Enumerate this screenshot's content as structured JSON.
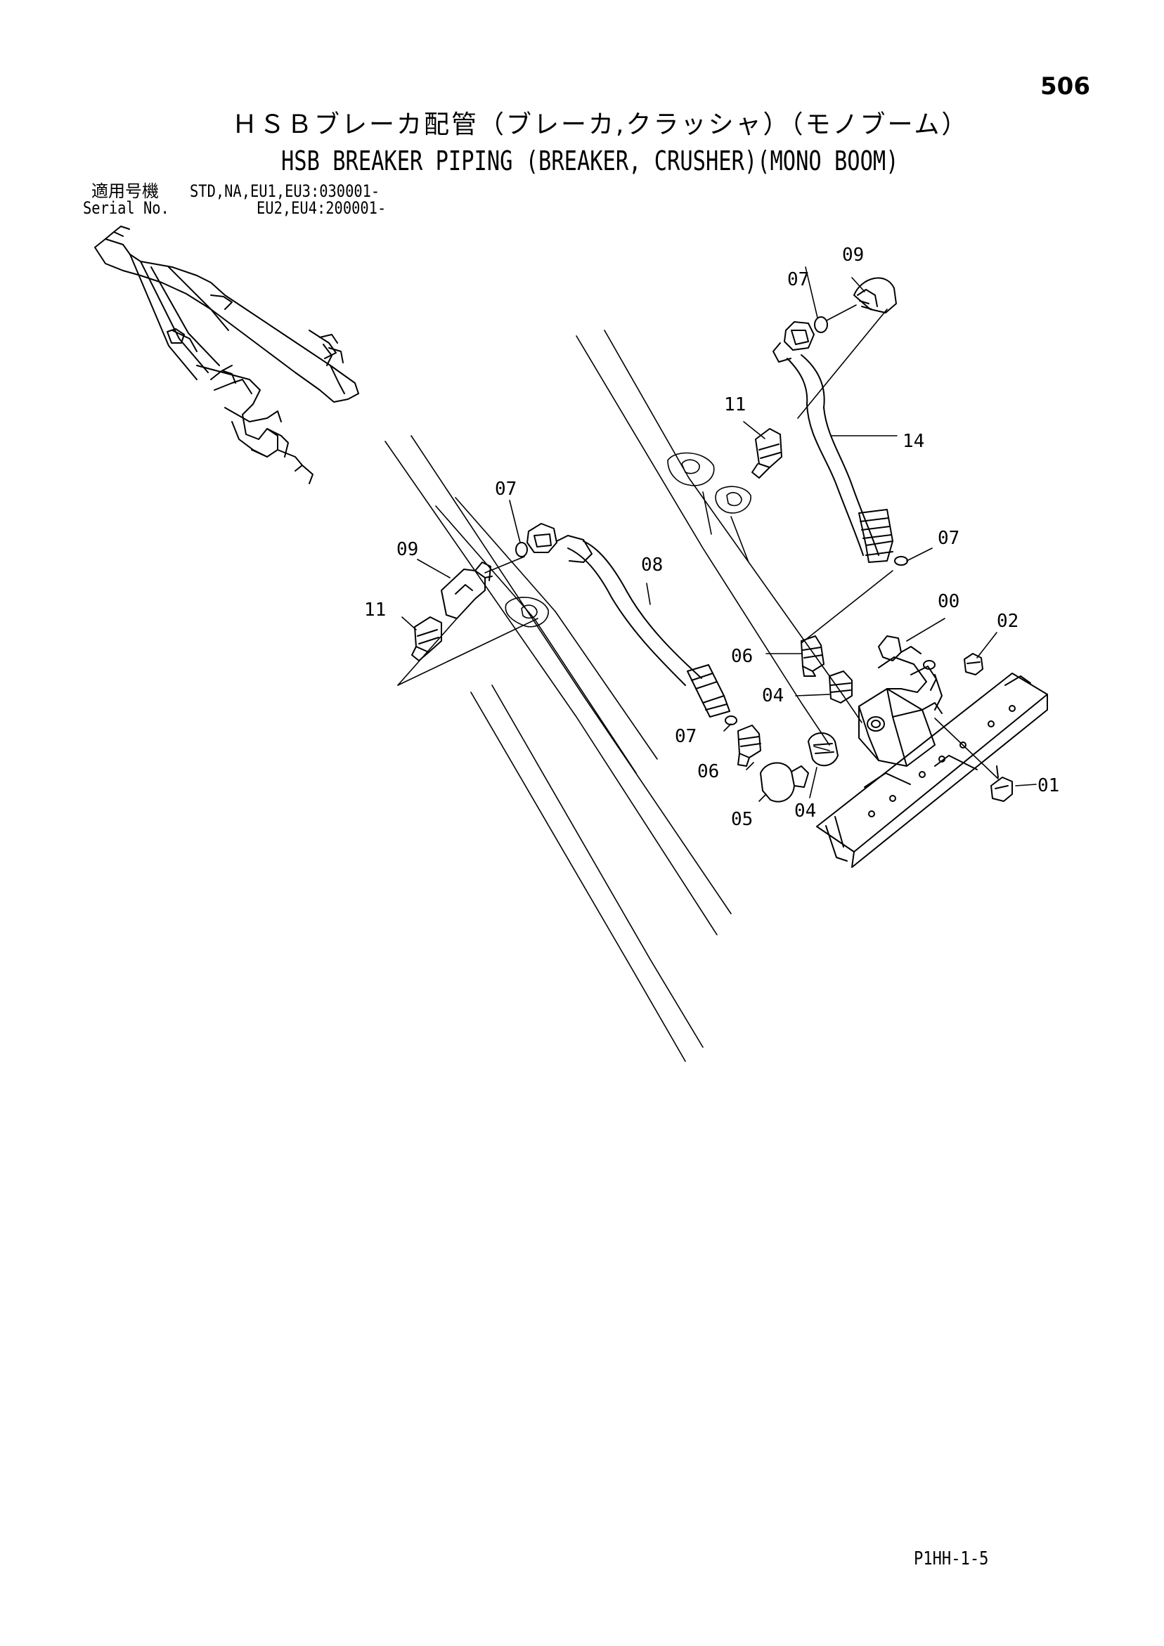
{
  "header": {
    "page_number": "506",
    "title_jp": "ＨＳＢブレーカ配管（ブレーカ,クラッシャ）（モノブーム）",
    "title_en": "HSB BREAKER PIPING (BREAKER, CRUSHER)(MONO BOOM)",
    "serial_label_jp": "適用号機",
    "serial_label_en": "Serial No.",
    "serial_value_1": "STD,NA,EU1,EU3:030001-",
    "serial_value_2": "EU2,EU4:200001-"
  },
  "callouts": {
    "c00": "00",
    "c01": "01",
    "c02": "02",
    "c04a": "04",
    "c04b": "04",
    "c05": "05",
    "c06a": "06",
    "c06b": "06",
    "c07a": "07",
    "c07b": "07",
    "c07c": "07",
    "c07d": "07",
    "c08": "08",
    "c09a": "09",
    "c09b": "09",
    "c11a": "11",
    "c11b": "11",
    "c14": "14"
  },
  "footer": {
    "drawing_code": "P1HH-1-5"
  },
  "colors": {
    "line": "#000000",
    "background": "#ffffff"
  }
}
